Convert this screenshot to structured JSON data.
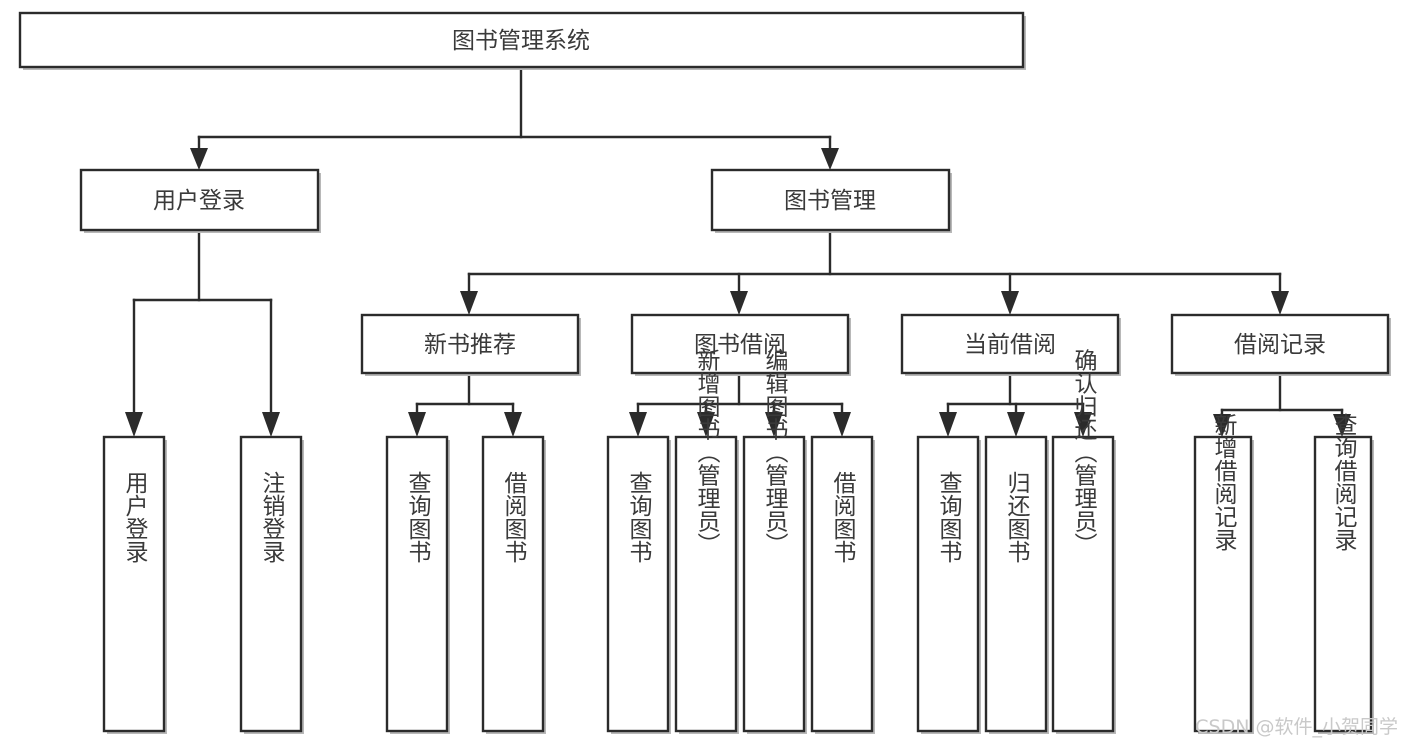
{
  "diagram": {
    "type": "tree-hierarchy-chart",
    "title": "图书管理系统",
    "watermark": "CSDN @软件_小贺同学",
    "levels": [
      {
        "level": 1,
        "nodes": [
          {
            "id": "root",
            "label": "图书管理系统",
            "orientation": "horizontal"
          }
        ]
      },
      {
        "level": 2,
        "nodes": [
          {
            "id": "login",
            "label": "用户登录",
            "orientation": "horizontal",
            "parent": "root"
          },
          {
            "id": "bookmgmt",
            "label": "图书管理",
            "orientation": "horizontal",
            "parent": "root"
          }
        ]
      },
      {
        "level": 3,
        "nodes": [
          {
            "id": "newbook",
            "label": "新书推荐",
            "orientation": "horizontal",
            "parent": "bookmgmt"
          },
          {
            "id": "borrow",
            "label": "图书借阅",
            "orientation": "horizontal",
            "parent": "bookmgmt"
          },
          {
            "id": "current",
            "label": "当前借阅",
            "orientation": "horizontal",
            "parent": "bookmgmt"
          },
          {
            "id": "records",
            "label": "借阅记录",
            "orientation": "horizontal",
            "parent": "bookmgmt"
          }
        ]
      },
      {
        "level": 4,
        "nodes": [
          {
            "id": "leaf-user-login",
            "label": "用户登录",
            "orientation": "vertical",
            "parent": "login"
          },
          {
            "id": "leaf-logout",
            "label": "注销登录",
            "orientation": "vertical",
            "parent": "login"
          },
          {
            "id": "leaf-query-book-1",
            "label": "查询图书",
            "orientation": "vertical",
            "parent": "newbook"
          },
          {
            "id": "leaf-borrow-book-1",
            "label": "借阅图书",
            "orientation": "vertical",
            "parent": "newbook"
          },
          {
            "id": "leaf-query-book-2",
            "label": "查询图书",
            "orientation": "vertical",
            "parent": "borrow"
          },
          {
            "id": "leaf-add-book",
            "label": "新增图书（管理员）",
            "orientation": "vertical",
            "parent": "borrow"
          },
          {
            "id": "leaf-edit-book",
            "label": "编辑图书（管理员）",
            "orientation": "vertical",
            "parent": "borrow"
          },
          {
            "id": "leaf-borrow-book-2",
            "label": "借阅图书",
            "orientation": "vertical",
            "parent": "borrow"
          },
          {
            "id": "leaf-query-book-3",
            "label": "查询图书",
            "orientation": "vertical",
            "parent": "current"
          },
          {
            "id": "leaf-return-book",
            "label": "归还图书",
            "orientation": "vertical",
            "parent": "current"
          },
          {
            "id": "leaf-confirm-return",
            "label": "确认归还（管理员）",
            "orientation": "vertical",
            "parent": "current"
          },
          {
            "id": "leaf-add-record",
            "label": "新增借阅记录",
            "orientation": "vertical",
            "parent": "records"
          },
          {
            "id": "leaf-query-record",
            "label": "查询借阅记录",
            "orientation": "vertical",
            "parent": "records"
          }
        ]
      }
    ],
    "colors": {
      "stroke": "#2b2b2b",
      "fill": "#ffffff",
      "text": "#3a3a3a",
      "watermark": "#c9c9c9",
      "background": "#ffffff"
    }
  }
}
